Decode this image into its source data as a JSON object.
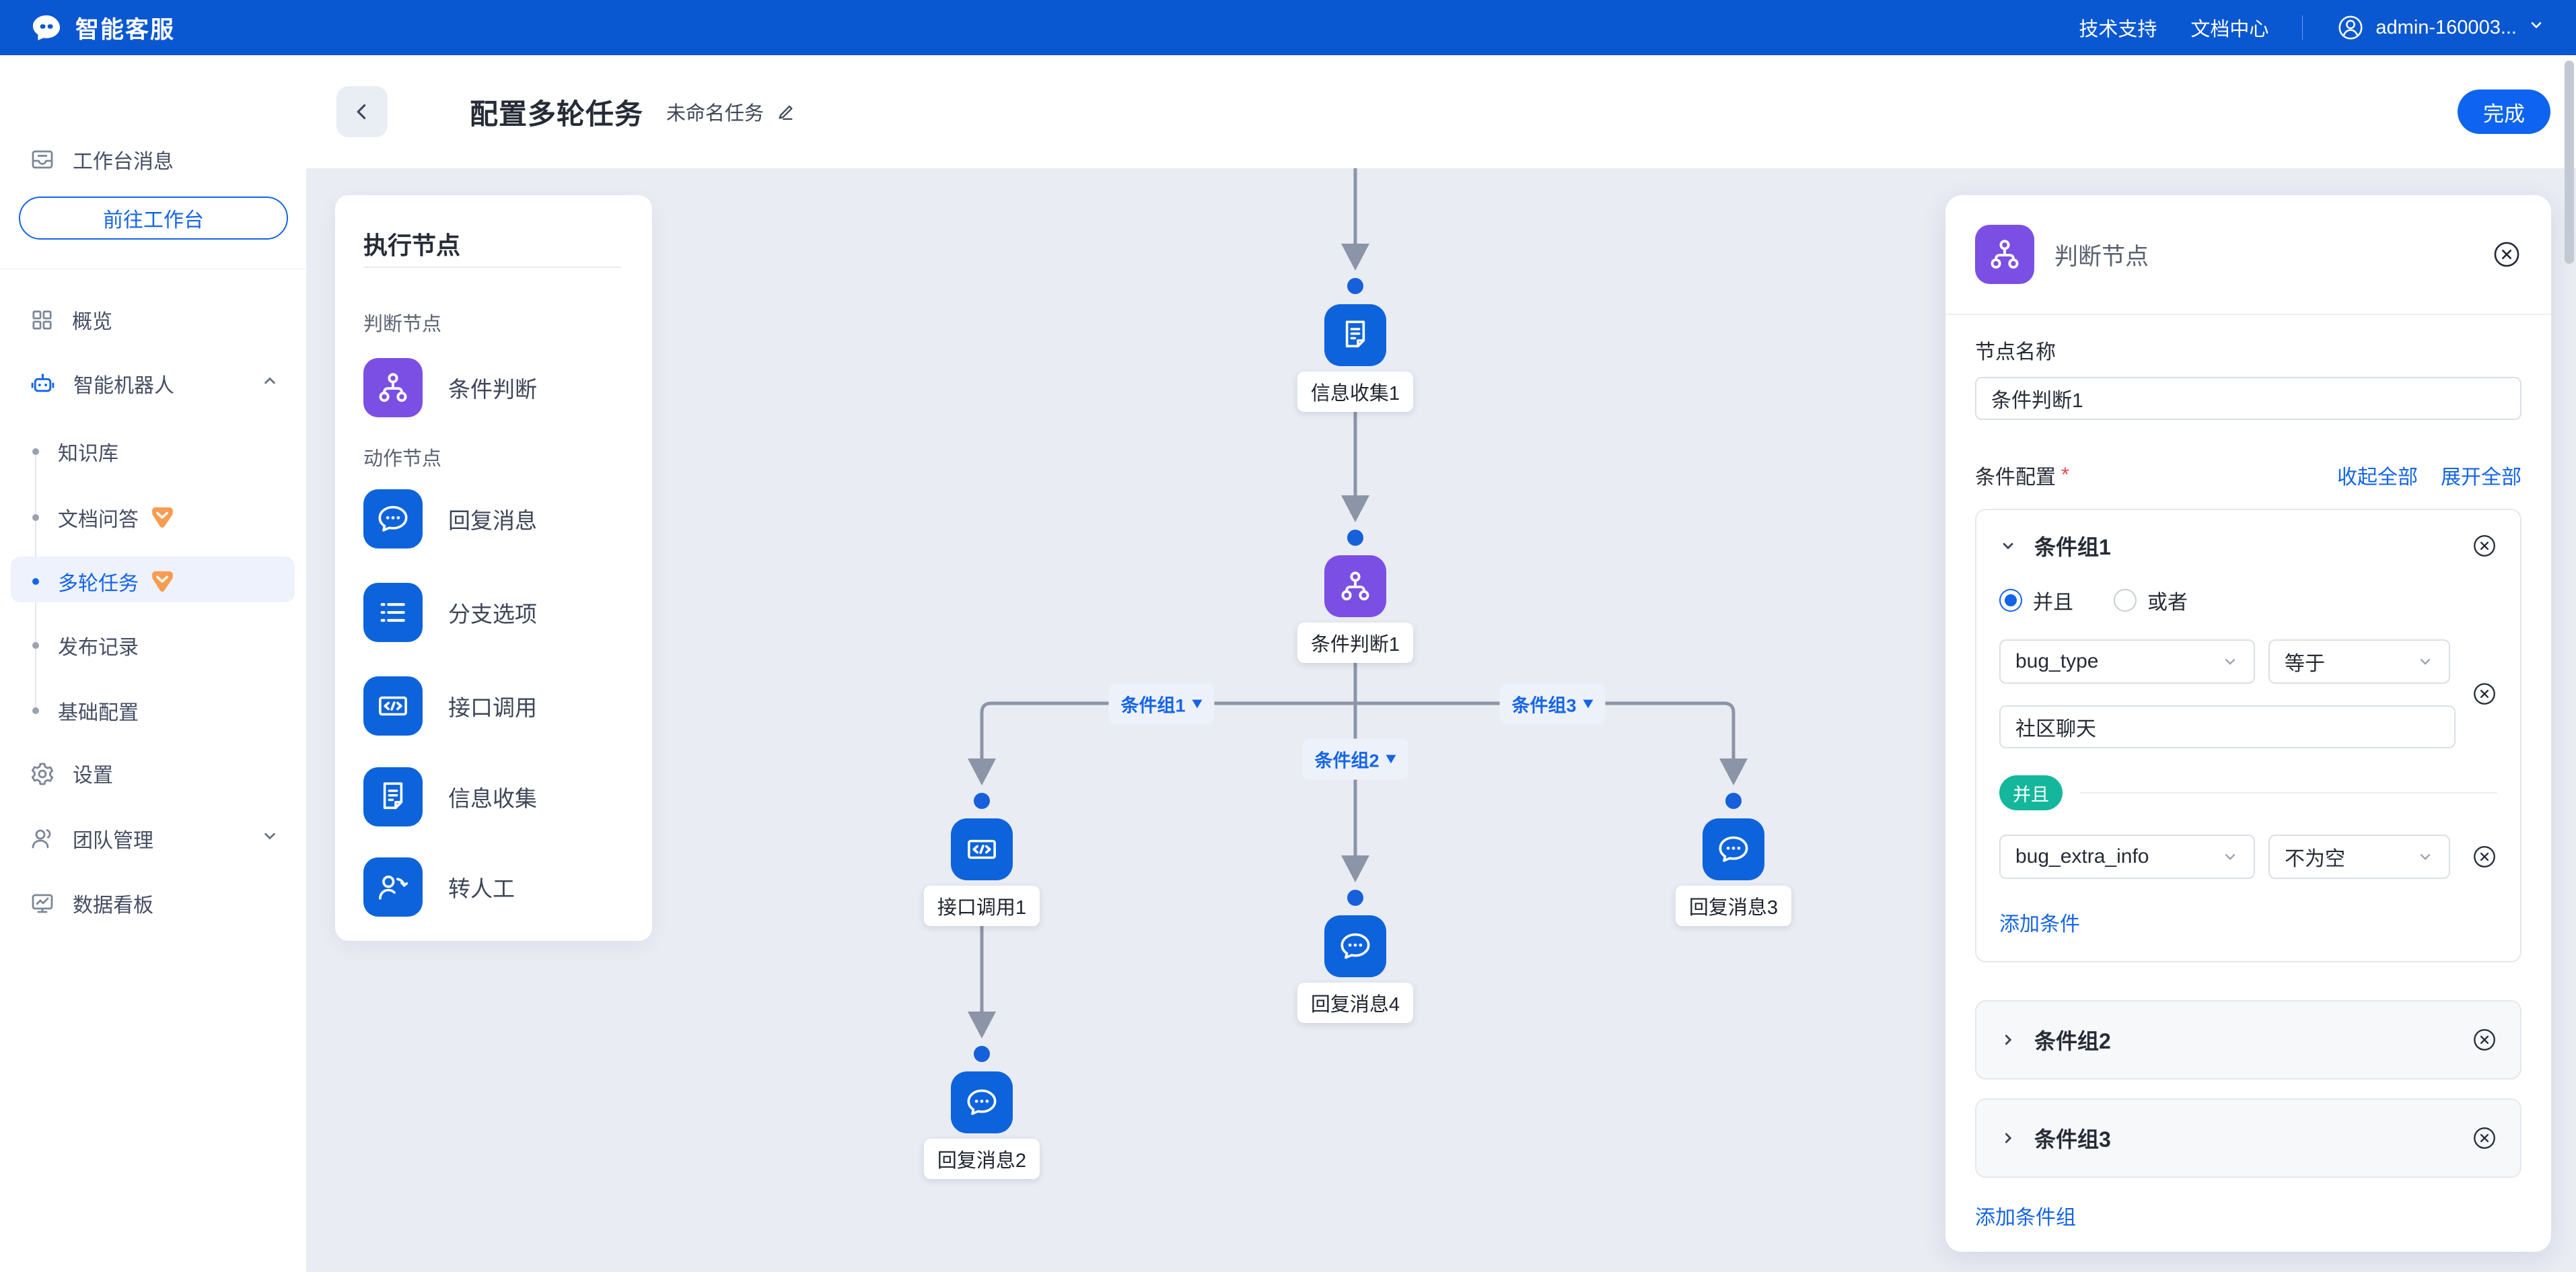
{
  "topbar": {
    "brand": "智能客服",
    "link_support": "技术支持",
    "link_docs": "文档中心",
    "user": "admin-160003..."
  },
  "sidebar": {
    "workbench_label": "工作台消息",
    "goto_workbench": "前往工作台",
    "overview": "概览",
    "robot": "智能机器人",
    "sub_knowledge": "知识库",
    "sub_docqa": "文档问答",
    "sub_multiturn": "多轮任务",
    "sub_publish": "发布记录",
    "sub_basic": "基础配置",
    "settings": "设置",
    "team": "团队管理",
    "dashboard": "数据看板"
  },
  "header": {
    "title": "配置多轮任务",
    "subtitle": "未命名任务",
    "done": "完成"
  },
  "palette": {
    "title": "执行节点",
    "group_judge": "判断节点",
    "group_action": "动作节点",
    "item_condition": "条件判断",
    "item_reply": "回复消息",
    "item_branch": "分支选项",
    "item_api": "接口调用",
    "item_collect": "信息收集",
    "item_human": "转人工"
  },
  "flow": {
    "node_collect1": "信息收集1",
    "node_condition1": "条件判断1",
    "node_api1": "接口调用1",
    "node_reply4": "回复消息4",
    "node_reply3": "回复消息3",
    "node_reply2": "回复消息2",
    "branch1": "条件组1",
    "branch2": "条件组2",
    "branch3": "条件组3"
  },
  "panel": {
    "title": "判断节点",
    "name_label": "节点名称",
    "name_value": "条件判断1",
    "config_label": "条件配置",
    "required_mark": "*",
    "collapse_all": "收起全部",
    "expand_all": "展开全部",
    "group1_title": "条件组1",
    "group2_title": "条件组2",
    "group3_title": "条件组3",
    "radio_and": "并且",
    "radio_or": "或者",
    "cond1_field": "bug_type",
    "cond1_op": "等于",
    "cond1_value": "社区聊天",
    "joiner": "并且",
    "cond2_field": "bug_extra_info",
    "cond2_op": "不为空",
    "add_condition": "添加条件",
    "add_group": "添加条件组"
  }
}
